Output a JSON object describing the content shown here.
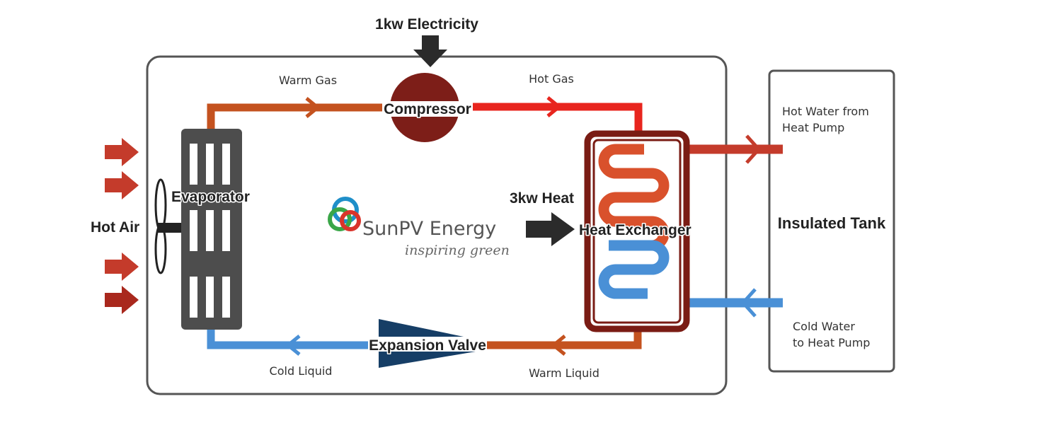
{
  "labels": {
    "electricity": "1kw Electricity",
    "warm_gas": "Warm Gas",
    "hot_gas": "Hot Gas",
    "compressor": "Compressor",
    "evaporator": "Evaporator",
    "hot_air": "Hot Air",
    "heat": "3kw Heat",
    "heat_exchanger": "Heat Exchanger",
    "expansion_valve": "Expansion Valve",
    "cold_liquid": "Cold Liquid",
    "warm_liquid": "Warm Liquid",
    "hot_water_line1": "Hot Water from",
    "hot_water_line2": "Heat Pump",
    "cold_water_line1": "Cold Water",
    "cold_water_line2": "to Heat Pump",
    "insulated_tank": "Insulated Tank"
  },
  "logo": {
    "name": "SunPV Energy",
    "tagline": "inspiring green"
  },
  "colors": {
    "warm_pipe": "#c4521f",
    "hot_pipe": "#e8251e",
    "cold_pipe": "#4a90d6",
    "compressor": "#7d1e18",
    "exchanger_frame": "#7a1c14",
    "hot_air_arrow": "#c43b2b",
    "dark_arrow": "#2b2b2b",
    "valve": "#163e66",
    "evaporator": "#4d4d4d",
    "outline": "#555555"
  }
}
